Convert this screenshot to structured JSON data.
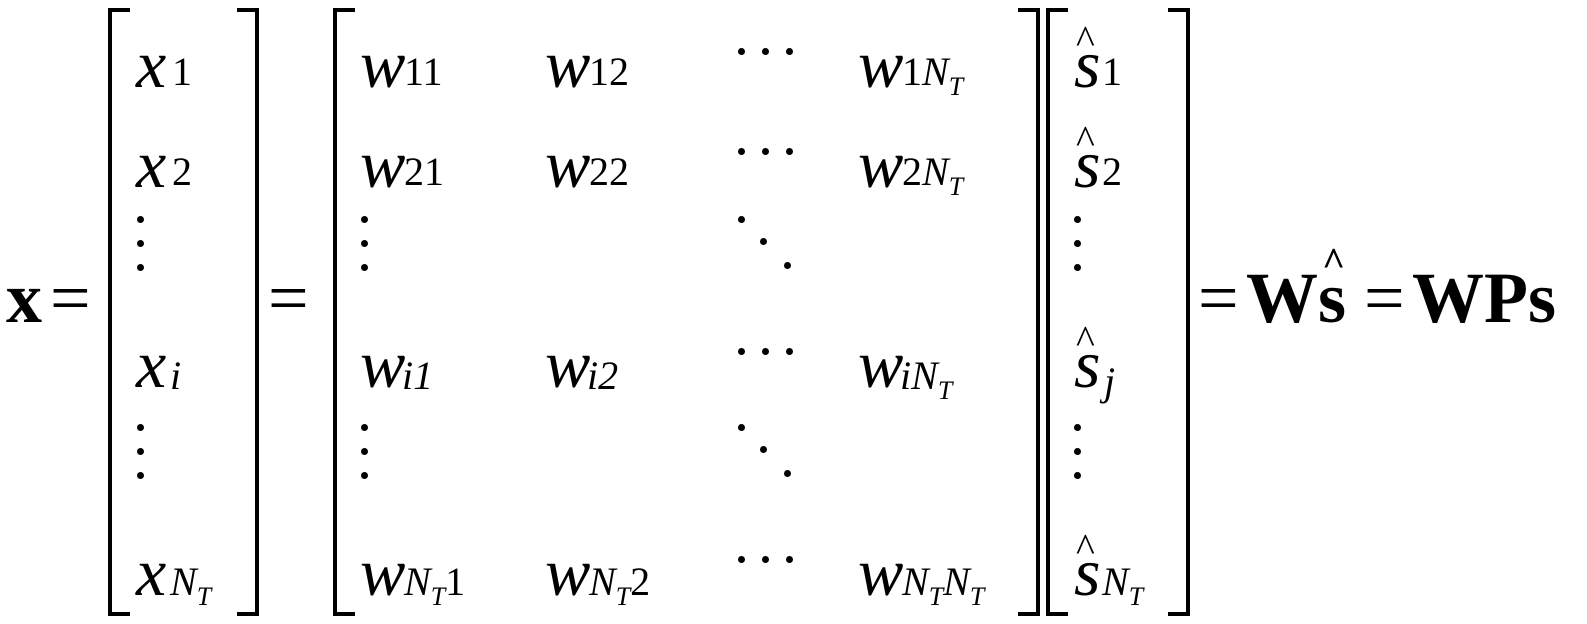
{
  "equation": {
    "lhs_symbol": "x",
    "equals": "=",
    "x_vector": {
      "base": "x",
      "subs": [
        "1",
        "2",
        "i",
        "N",
        "T"
      ]
    },
    "w_matrix": {
      "base": "w",
      "row1": [
        "11",
        "12",
        "1"
      ],
      "row2": [
        "21",
        "22",
        "2"
      ],
      "rowi": [
        "i1",
        "i2",
        "i"
      ],
      "rowN": [
        "1",
        "2"
      ],
      "N": "N",
      "T": "T"
    },
    "s_vector": {
      "base": "s",
      "hat": "^",
      "subs": [
        "1",
        "2",
        "j"
      ],
      "N": "N",
      "T": "T"
    },
    "rhs1": "W",
    "rhs1_s": "s",
    "rhs2": "WPs"
  }
}
